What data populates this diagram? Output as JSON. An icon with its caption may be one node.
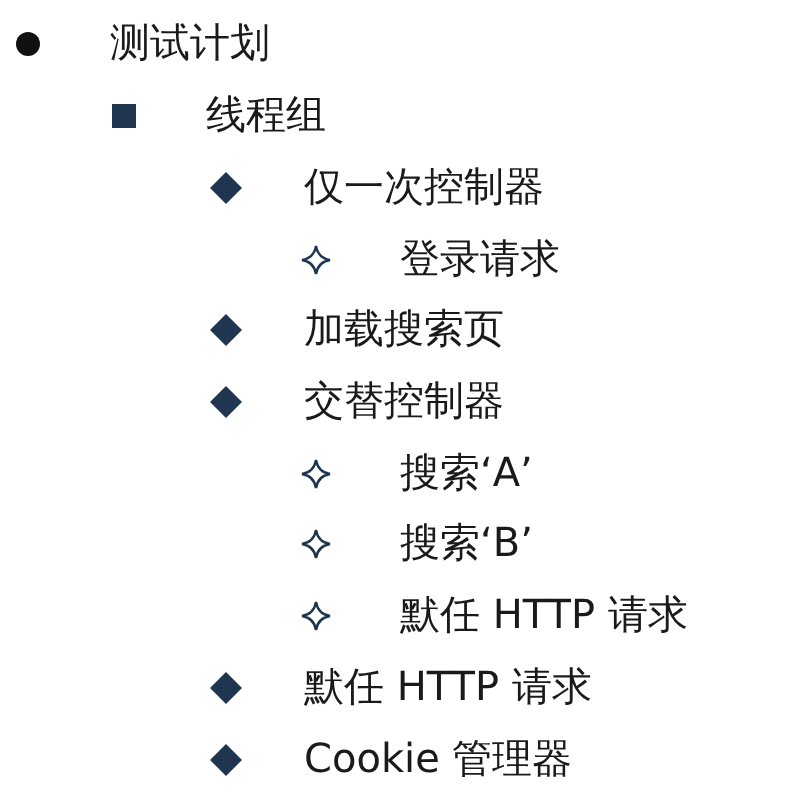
{
  "diagram": {
    "labels": [
      "测试计划",
      "线程组",
      "仅一次控制器",
      "登录请求",
      "加载搜索页",
      "交替控制器",
      "搜索‘A’",
      "搜索‘B’",
      "默任 HTTP 请求",
      "默任 HTTP 请求",
      "Cookie 管理器"
    ]
  }
}
